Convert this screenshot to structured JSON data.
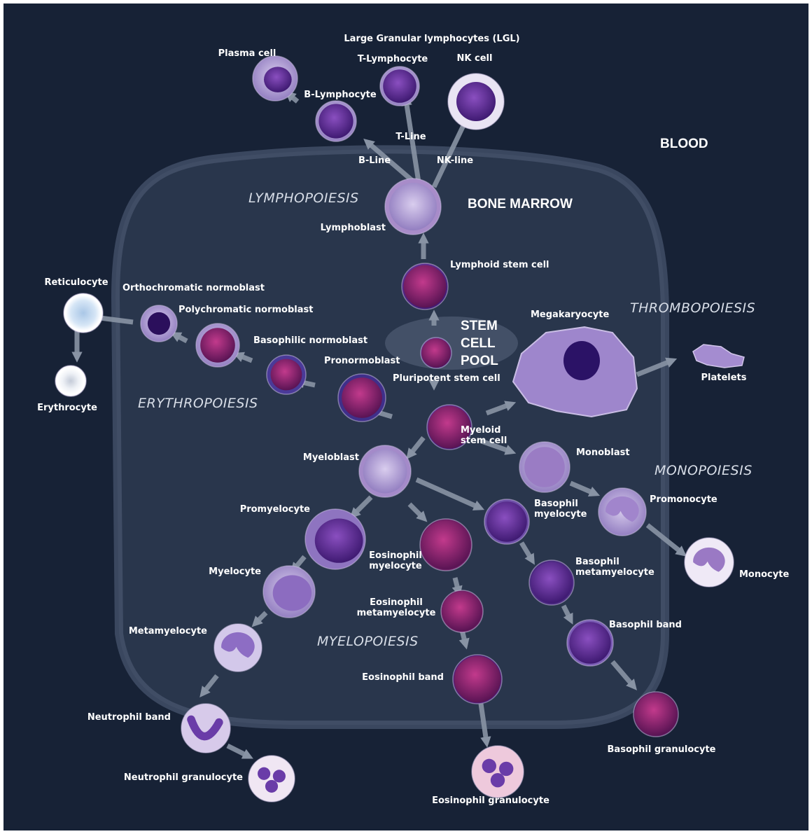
{
  "regions": {
    "blood": "BLOOD",
    "bone_marrow": "BONE MARROW",
    "stem_cell_pool": [
      "STEM",
      "CELL",
      "POOL"
    ],
    "lymphopoiesis": "LYMPHOPOIESIS",
    "thrombopoiesis": "THROMBOPOIESIS",
    "erythropoiesis": "ERYTHROPOIESIS",
    "monopoiesis": "MONOPOIESIS",
    "myelopoiesis": "MYELOPOIESIS"
  },
  "header": "Large Granular lymphocytes (LGL)",
  "lines": {
    "b_line": "B-Line",
    "t_line": "T-Line",
    "nk_line": "NK-line"
  },
  "cells": {
    "plasma_cell": "Plasma cell",
    "t_lymphocyte": "T-Lymphocyte",
    "nk_cell": "NK cell",
    "b_lymphocyte": "B-Lymphocyte",
    "lymphoblast": "Lymphoblast",
    "lymphoid_stem_cell": "Lymphoid stem cell",
    "reticulocyte": "Reticulocyte",
    "orthochromatic_normoblast": "Orthochromatic normoblast",
    "polychromatic_normoblast": "Polychromatic normoblast",
    "basophilic_normoblast": "Basophilic normoblast",
    "pronormoblast": "Pronormoblast",
    "erythrocyte": "Erythrocyte",
    "pluripotent_stem_cell": "Pluripotent stem cell",
    "megakaryocyte": "Megakaryocyte",
    "platelets": "Platelets",
    "myeloid_stem_cell": [
      "Myeloid",
      "stem cell"
    ],
    "myeloblast": "Myeloblast",
    "monoblast": "Monoblast",
    "promonocyte": "Promonocyte",
    "monocyte": "Monocyte",
    "promyelocyte": "Promyelocyte",
    "basophil_myelocyte": [
      "Basophil",
      "myelocyte"
    ],
    "eosinophil_myelocyte": [
      "Eosinophil",
      "myelocyte"
    ],
    "basophil_metamyelocyte": [
      "Basophil",
      "metamyelocyte"
    ],
    "myelocyte": "Myelocyte",
    "eosinophil_metamyelocyte": [
      "Eosinophil",
      "metamyelocyte"
    ],
    "metamyelocyte": "Metamyelocyte",
    "basophil_band": "Basophil band",
    "eosinophil_band": "Eosinophil band",
    "neutrophil_band": "Neutrophil band",
    "basophil_granulocyte": "Basophil granulocyte",
    "neutrophil_granulocyte": "Neutrophil granulocyte",
    "eosinophil_granulocyte": "Eosinophil granulocyte"
  },
  "colors": {
    "background": "#172236",
    "marrow_fill": "#2d3a50",
    "arrow": "#8893a4",
    "cell_purple": "#5b2d8e",
    "cell_magenta": "#8a1f6b",
    "cytoplasm": "#b9a6d8"
  }
}
